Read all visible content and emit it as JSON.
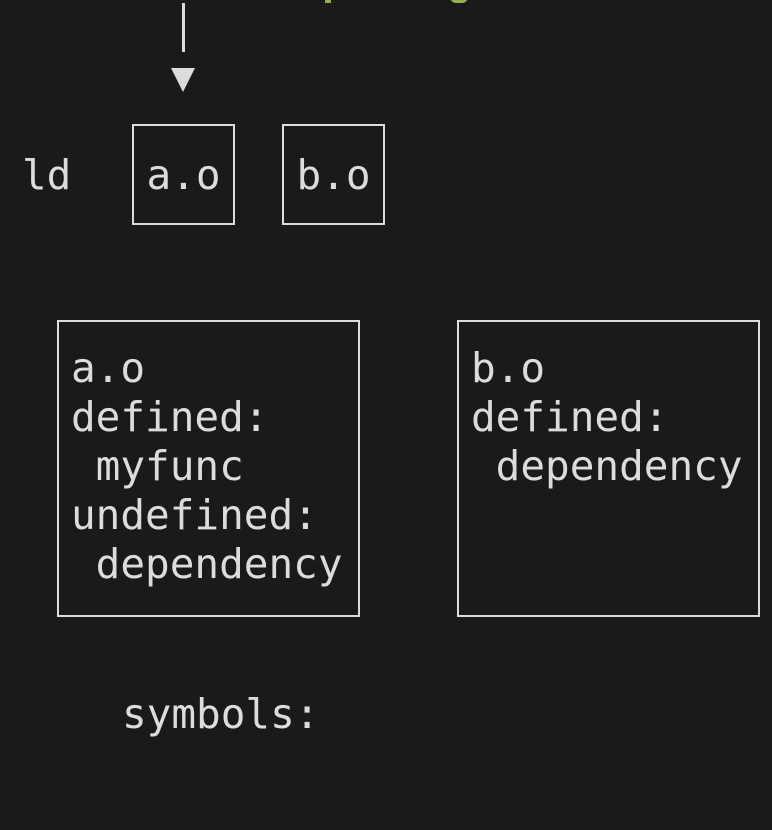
{
  "colors": {
    "background": "#1a1a1a",
    "foreground": "#dcdcdc",
    "accent_green": "#8fb04a"
  },
  "linker": {
    "label": "ld",
    "inputs": [
      "a.o",
      "b.o"
    ]
  },
  "objects": [
    {
      "name": "a.o",
      "lines": [
        "defined:",
        " myfunc",
        "undefined:",
        " dependency"
      ]
    },
    {
      "name": "b.o",
      "lines": [
        "defined:",
        " dependency"
      ]
    }
  ],
  "symbols_label": "symbols:"
}
